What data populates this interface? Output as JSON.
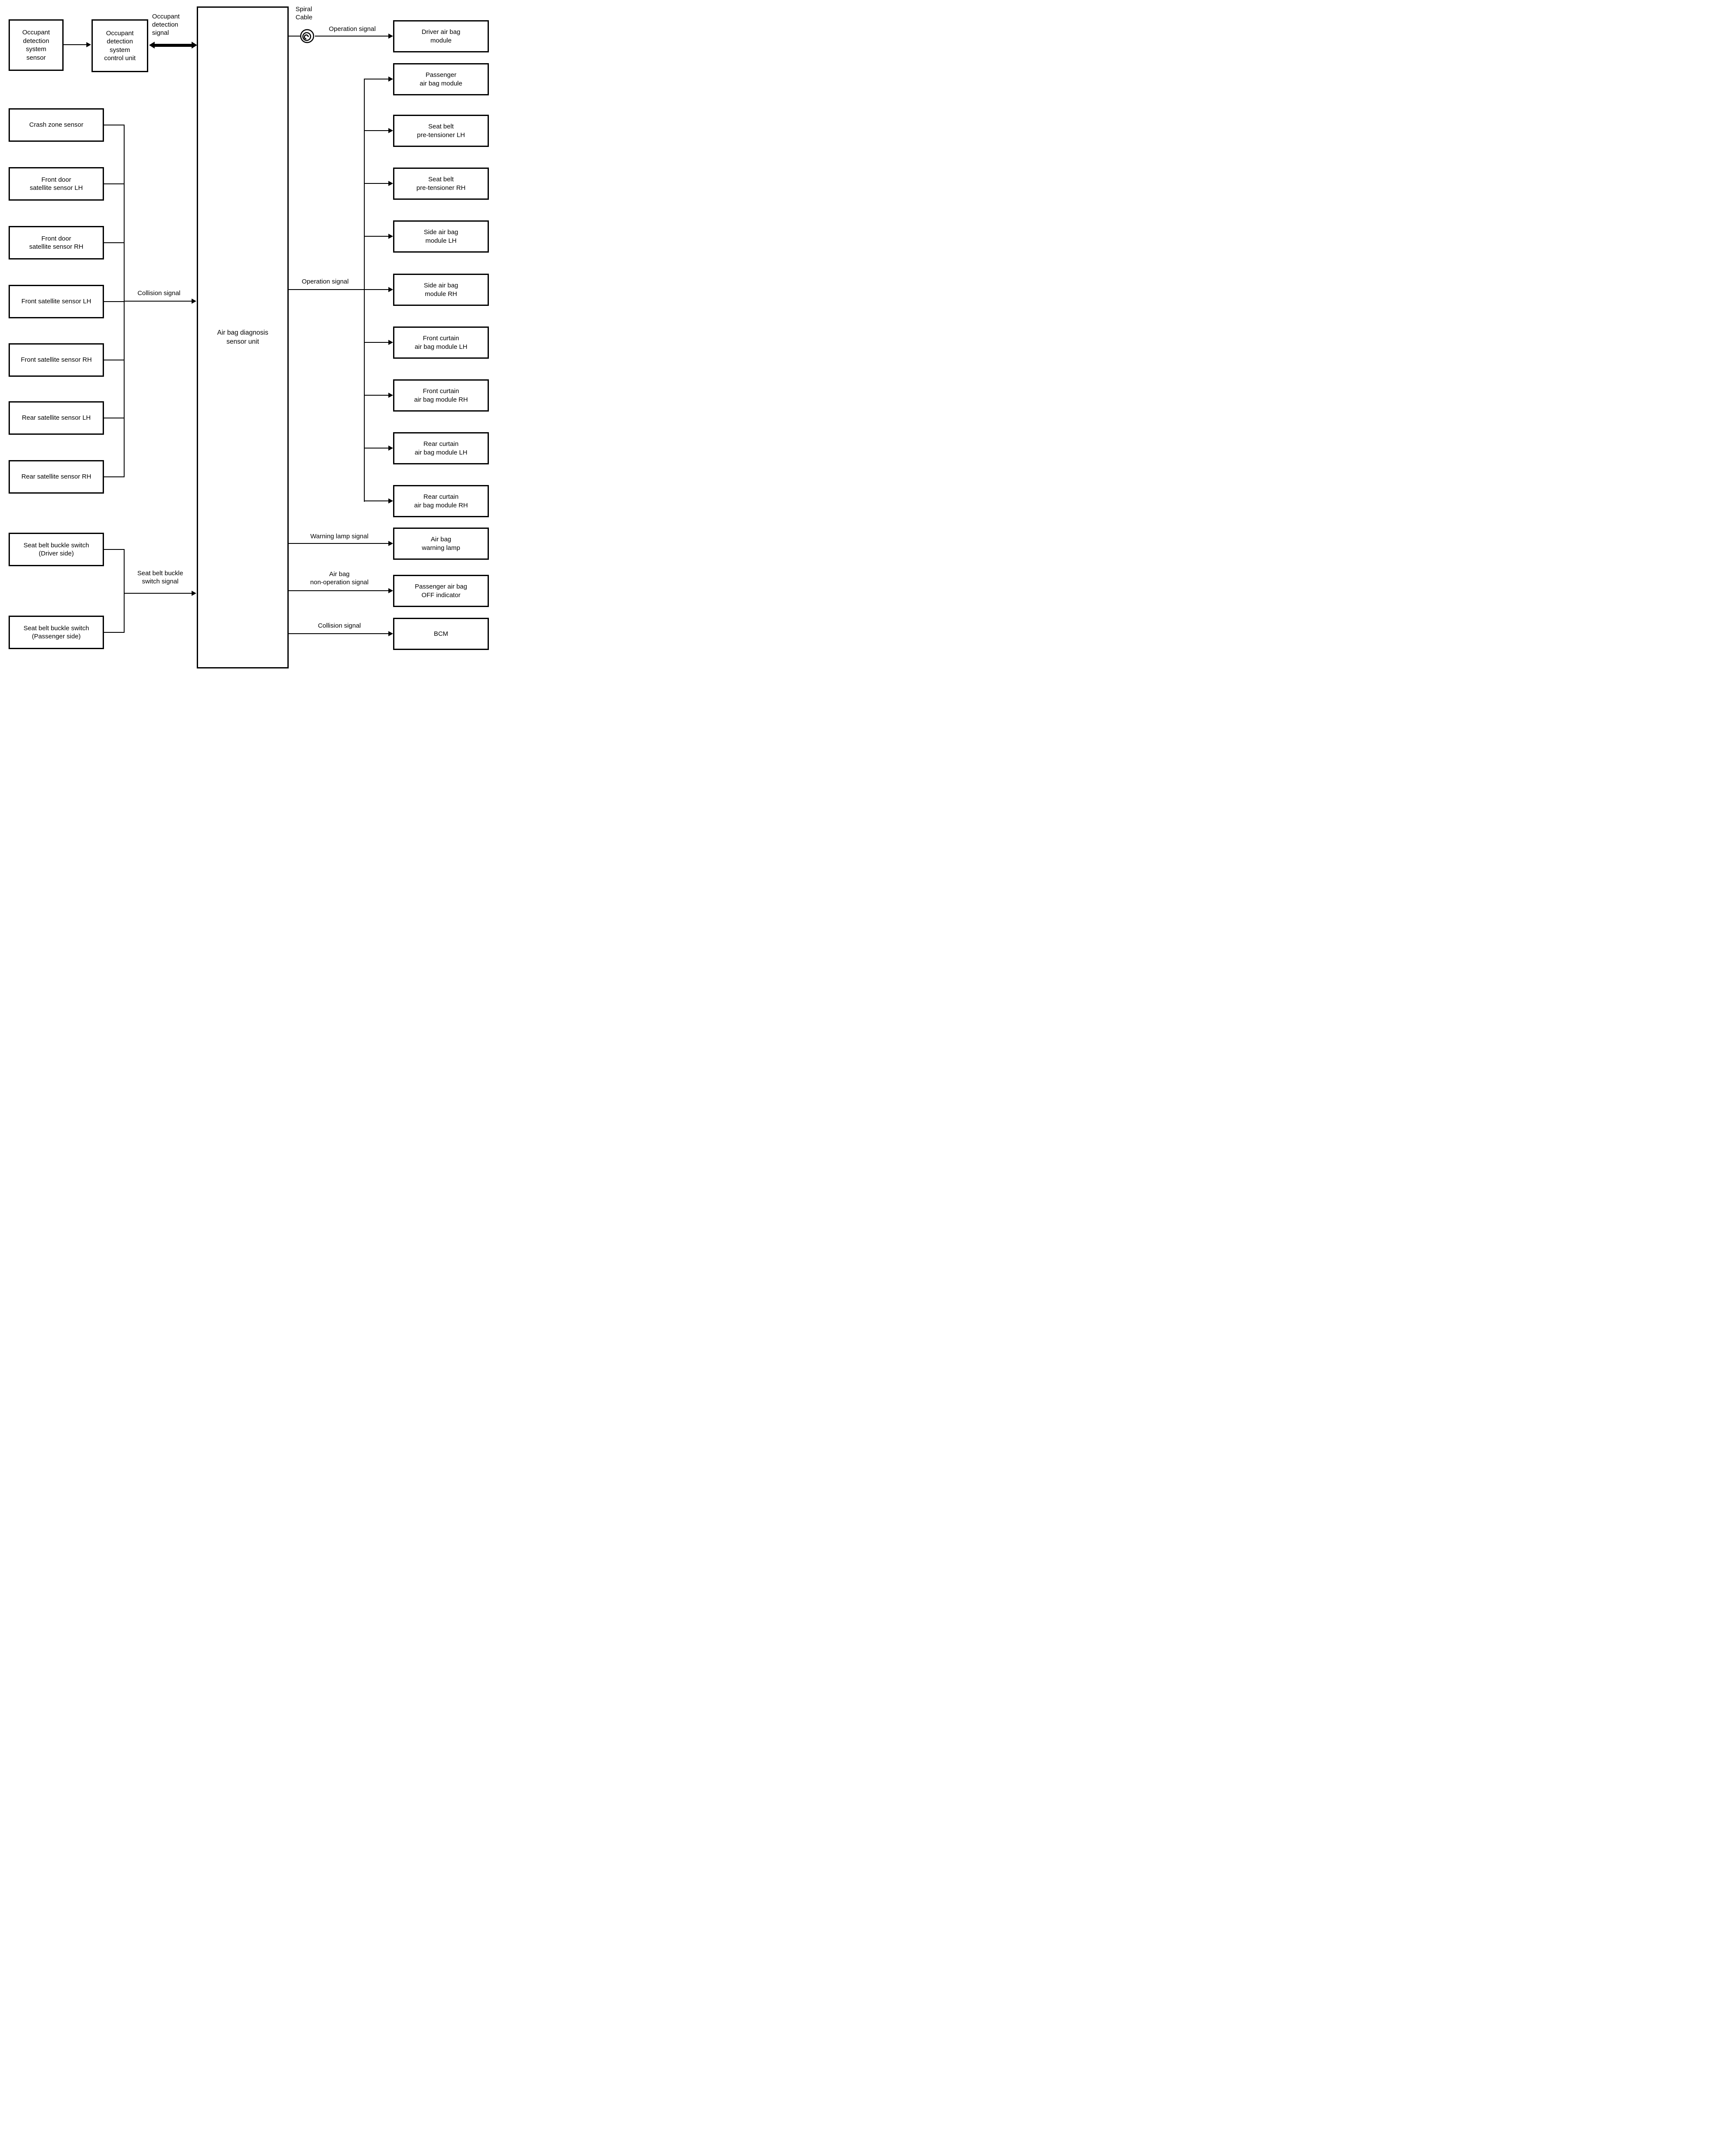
{
  "diagram": {
    "colors": {
      "line": "#000000",
      "background": "#ffffff"
    },
    "center_unit": "Air bag diagnosis\nsensor unit",
    "occupant_detection": {
      "sensor": "Occupant\ndetection\nsystem\nsensor",
      "control_unit": "Occupant\ndetection\nsystem\ncontrol unit",
      "signal": "Occupant\ndetection\nsignal"
    },
    "collision_inputs": {
      "signal": "Collision signal",
      "sensors": [
        "Crash zone sensor",
        "Front door\nsatellite sensor LH",
        "Front door\nsatellite sensor RH",
        "Front satellite sensor LH",
        "Front satellite sensor RH",
        "Rear satellite sensor LH",
        "Rear satellite sensor RH"
      ]
    },
    "seat_belt_inputs": {
      "signal": "Seat belt buckle\nswitch signal",
      "switches": [
        "Seat belt buckle switch\n(Driver side)",
        "Seat belt buckle switch\n(Passenger side)"
      ]
    },
    "spiral_cable": "Spiral\nCable",
    "driver_output": {
      "signal": "Operation signal",
      "target": "Driver air bag\nmodule"
    },
    "operation_outputs": {
      "signal": "Operation signal",
      "targets": [
        "Passenger\nair bag module",
        "Seat belt\npre-tensioner LH",
        "Seat belt\npre-tensioner RH",
        "Side air bag\nmodule LH",
        "Side air bag\nmodule RH",
        "Front curtain\nair bag module LH",
        "Front curtain\nair bag module RH",
        "Rear curtain\nair bag module LH",
        "Rear curtain\nair bag module RH"
      ]
    },
    "status_outputs": [
      {
        "signal": "Warning lamp signal",
        "target": "Air bag\nwarning lamp"
      },
      {
        "signal": "Air bag\nnon-operation signal",
        "target": "Passenger air bag\nOFF indicator"
      },
      {
        "signal": "Collision signal",
        "target": "BCM"
      }
    ]
  }
}
